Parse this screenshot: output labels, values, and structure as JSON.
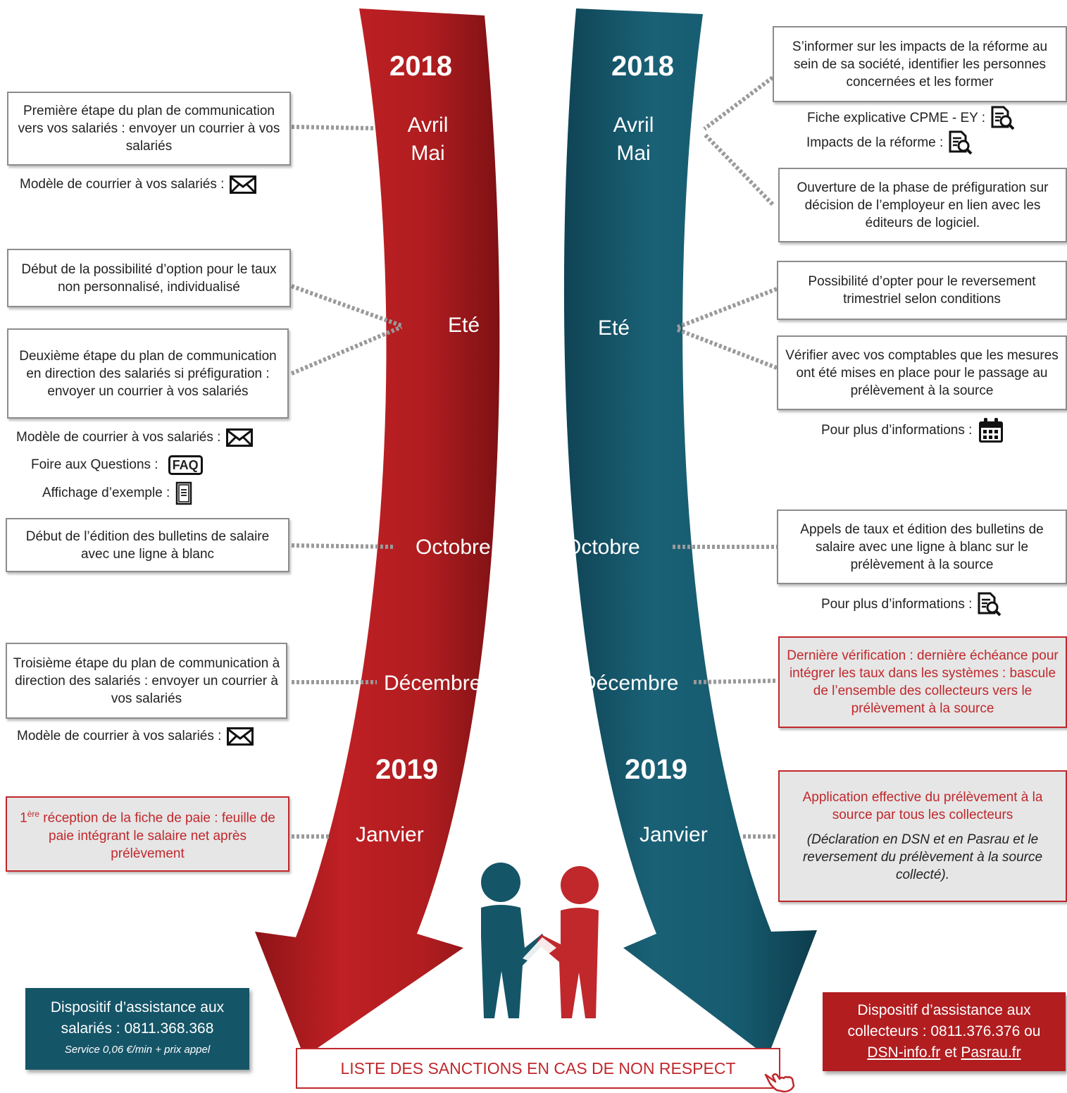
{
  "colors": {
    "red": "#b21d20",
    "teal": "#155568",
    "red_text": "#c0282c"
  },
  "left_track": {
    "year_start": "2018",
    "year_end": "2019",
    "months": [
      "Avril",
      "Mai",
      "Eté",
      "Octobre",
      "Décembre",
      "Janvier"
    ]
  },
  "right_track": {
    "year_start": "2018",
    "year_end": "2019",
    "months": [
      "Avril",
      "Mai",
      "Eté",
      "Octobre",
      "Décembre",
      "Janvier"
    ]
  },
  "left_boxes": [
    "Première étape du plan de communication vers vos salariés : envoyer un courrier à vos salariés",
    "Début de la possibilité d’option pour le taux non personnalisé, individualisé",
    "Deuxième étape du plan de communication en direction des salariés si préfiguration : envoyer un courrier à vos salariés",
    "Début de l’édition des bulletins de salaire avec une ligne à blanc",
    "Troisième étape du plan de communication à direction des salariés : envoyer un courrier à vos salariés"
  ],
  "left_highlight": {
    "sup": "ère",
    "num": "1",
    "text": " réception de la fiche de paie : feuille de paie intégrant le salaire net après prélèvement"
  },
  "left_resources": [
    {
      "label": "Modèle de courrier à vos salariés :",
      "icon": "envelope-icon"
    },
    {
      "label": "Modèle de courrier à vos salariés :",
      "icon": "envelope-icon"
    },
    {
      "label": "Foire aux Questions :",
      "icon": "faq-icon",
      "icon_text": "FAQ"
    },
    {
      "label": "Affichage d’exemple :",
      "icon": "document-icon"
    },
    {
      "label": "Modèle de courrier à vos salariés :",
      "icon": "envelope-icon"
    }
  ],
  "right_boxes": [
    "S’informer sur les impacts de la réforme au sein de sa société, identifier les personnes concernées et les former",
    "Ouverture de la phase de préfiguration sur décision de l’employeur en lien avec les éditeurs de logiciel.",
    "Possibilité d’opter pour le reversement trimestriel selon conditions",
    "Vérifier avec vos comptables que les mesures ont été mises en place pour le passage au prélèvement à la source",
    "Appels de taux et édition des bulletins de salaire avec une ligne à blanc sur le prélèvement à la source"
  ],
  "right_highlights": [
    {
      "text": "Dernière vérification : dernière échéance pour intégrer les taux dans les systèmes : bascule de l’ensemble des collecteurs vers le prélèvement à la source"
    },
    {
      "text": "Application effective du prélèvement à la source par tous les collecteurs",
      "note": "(Déclaration en DSN et en Pasrau et le reversement du prélèvement à la source collecté)."
    }
  ],
  "right_resources": [
    {
      "label": "Fiche explicative CPME - EY :",
      "icon": "document-search-icon"
    },
    {
      "label": "Impacts de la réforme :",
      "icon": "document-search-icon"
    },
    {
      "label": "Pour plus d’informations :",
      "icon": "calendar-icon"
    },
    {
      "label": "Pour plus d’informations :",
      "icon": "document-search-icon"
    }
  ],
  "assist_left": {
    "line1": "Dispositif d’assistance aux",
    "line2": "salariés : 0811.368.368",
    "note": "Service 0,06 €/min + prix appel"
  },
  "assist_right": {
    "line1": "Dispositif d’assistance aux",
    "line2": "collecteurs : 0811.376.376 ou",
    "link1": "DSN-info.fr",
    "mid": " et ",
    "link2": "Pasrau.fr"
  },
  "sanctions": {
    "label": "LISTE DES SANCTIONS EN CAS DE NON RESPECT",
    "icon": "pointing-hand-icon"
  },
  "illustration": "handshake-icon"
}
